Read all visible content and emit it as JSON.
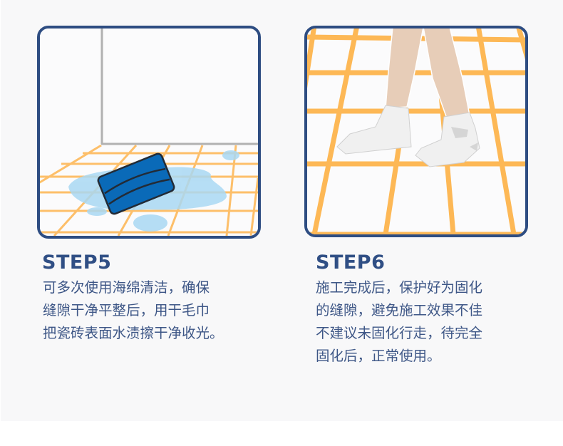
{
  "steps": [
    {
      "id": "STEP5",
      "title": "STEP5",
      "illustration": "sponge-wiping-wet-tile-floor",
      "lines": [
        "可多次使用海绵清洁，确保",
        "缝隙干净平整后，用干毛巾",
        "把瓷砖表面水渍擦干净收光。"
      ]
    },
    {
      "id": "STEP6",
      "title": "STEP6",
      "illustration": "feet-in-socks-walking-on-tiles",
      "lines": [
        "施工完成后，保护好为固化",
        "的缝隙，避免施工效果不佳",
        "不建议未固化行走，待完全",
        "固化后，正常使用。"
      ]
    }
  ],
  "colors": {
    "frame_border": "#2e4d82",
    "title": "#304f85",
    "text": "#3d5686",
    "grout": "#fdb856",
    "sponge": "#0a6ab8",
    "water": "#a9d8f3",
    "background": "#f8f8f9"
  }
}
